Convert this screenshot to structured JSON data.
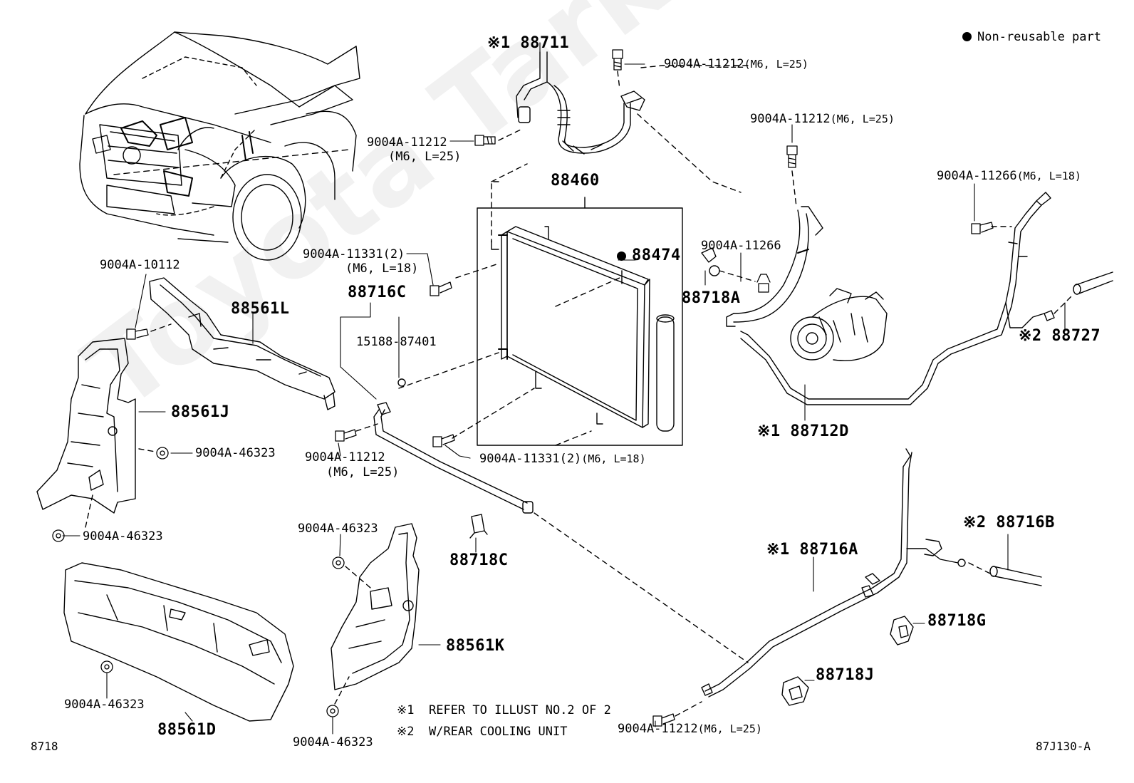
{
  "legend": {
    "symbol": "dot-icon",
    "text": "Non-reusable part"
  },
  "watermark": "Toyota Tarkine.ru",
  "corner": {
    "left": "8718",
    "right": "87J130-A"
  },
  "notes": [
    {
      "mark": "※1",
      "text": "REFER TO ILLUST NO.2 OF 2"
    },
    {
      "mark": "※2",
      "text": "W/REAR COOLING UNIT"
    }
  ],
  "labels": {
    "p88711": "※1 88711",
    "b_top_right": "9004A-11212",
    "b_top_right_spec": "(M6, L=25)",
    "b_hose_a": "9004A-11212",
    "b_hose_a_spec": "(M6, L=25)",
    "b_comp": "9004A-11212",
    "b_comp_spec": "(M6, L=25)",
    "p88460": "88460",
    "b_11266_right": "9004A-11266",
    "b_11266_right_spec": "(M6, L=18)",
    "b_11331_a": "9004A-11331(2)",
    "b_11331_a_spec": "(M6, L=18)",
    "p88474": "88474",
    "b_11266_mid": "9004A-11266",
    "p88718A": "88718A",
    "b_10112": "9004A-10112",
    "p88561L": "88561L",
    "p88716C": "88716C",
    "p15188": "15188-87401",
    "p88727": "※2 88727",
    "p88561J": "88561J",
    "b_46323_a": "9004A-46323",
    "p88712D": "※1 88712D",
    "b_11212_left": "9004A-11212",
    "b_11212_left_spec": "(M6, L=25)",
    "b_11331_b": "9004A-11331(2)",
    "b_11331_b_spec": "(M6, L=18)",
    "b_46323_b": "9004A-46323",
    "p88718C": "88718C",
    "b_46323_c": "9004A-46323",
    "p88716B": "※2 88716B",
    "p88716A": "※1 88716A",
    "p88718G": "88718G",
    "p88561K": "88561K",
    "p88718J": "88718J",
    "b_46323_d": "9004A-46323",
    "p88561D": "88561D",
    "b_46323_e": "9004A-46323",
    "b_11212_bottom": "9004A-11212",
    "b_11212_bottom_spec": "(M6, L=25)"
  }
}
